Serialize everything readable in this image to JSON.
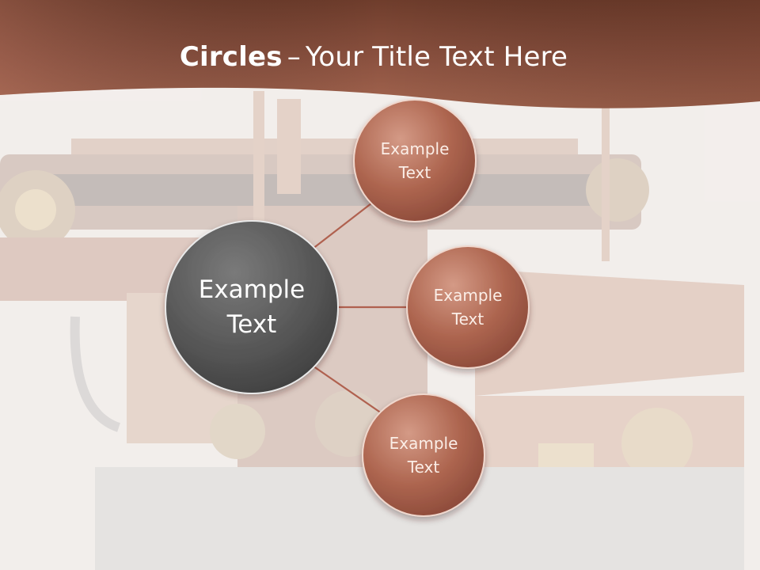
{
  "slide": {
    "title_bold": "Circles",
    "title_separator": "–",
    "title_rest": "Your Title Text Here"
  },
  "diagram": {
    "center": {
      "label": "Example\nText",
      "color": "#4d4d4d"
    },
    "satellites": [
      {
        "label": "Example\nText",
        "color": "#a55a48"
      },
      {
        "label": "Example\nText",
        "color": "#a55a48"
      },
      {
        "label": "Example\nText",
        "color": "#a55a48"
      }
    ],
    "connector_color": "#b0614f"
  },
  "theme": {
    "banner_color": "#7e4532",
    "background_color": "#f4f1ef",
    "background_image": "steampunk-typewriter"
  }
}
